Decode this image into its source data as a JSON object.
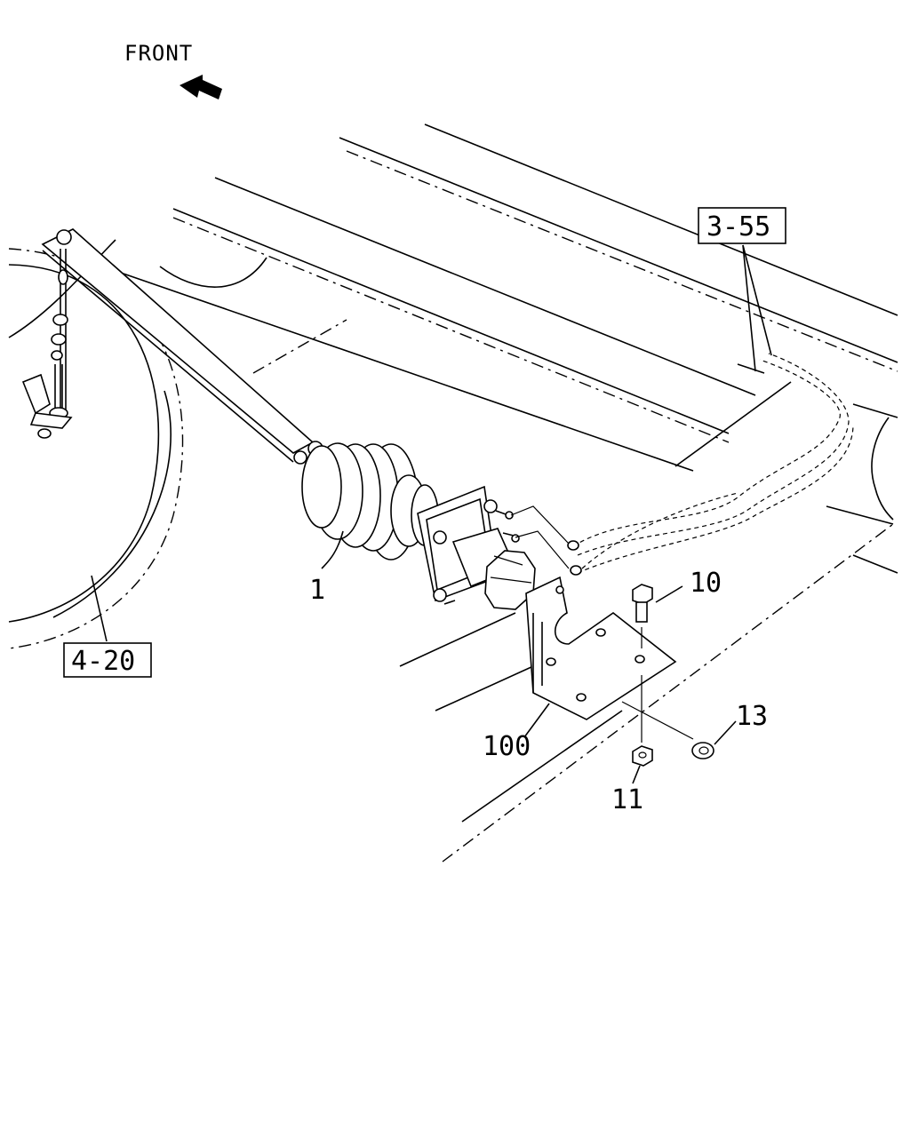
{
  "direction": {
    "label": "FRONT",
    "arrow_icon": "arrow-left-icon"
  },
  "references": {
    "ref_a": "3-55",
    "ref_b": "4-20"
  },
  "callouts": {
    "c1": "1",
    "c10": "10",
    "c11": "11",
    "c13": "13",
    "c100": "100"
  },
  "colors": {
    "line": "#000000",
    "background": "#ffffff"
  }
}
